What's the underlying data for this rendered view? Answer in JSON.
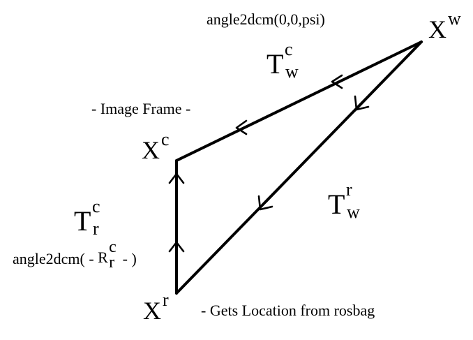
{
  "nodes": {
    "world": {
      "base": "X",
      "sup": "w"
    },
    "camera": {
      "base": "X",
      "sup": "c"
    },
    "robot": {
      "base": "X",
      "sup": "r"
    }
  },
  "transforms": {
    "world_to_camera": {
      "base": "T",
      "sup": "c",
      "sub": "w"
    },
    "world_to_robot": {
      "base": "T",
      "sup": "r",
      "sub": "w"
    },
    "robot_to_camera": {
      "base": "T",
      "sup": "c",
      "sub": "r"
    }
  },
  "annotations": {
    "top_function": "angle2dcm(0,0,psi)",
    "image_frame": "- Image Frame -",
    "rosbag": "- Gets Location from rosbag",
    "left_function_prefix": "angle2dcm( - ",
    "left_function_base": "R",
    "left_function_sup": "c",
    "left_function_sub": "r",
    "left_function_suffix": " - )"
  }
}
